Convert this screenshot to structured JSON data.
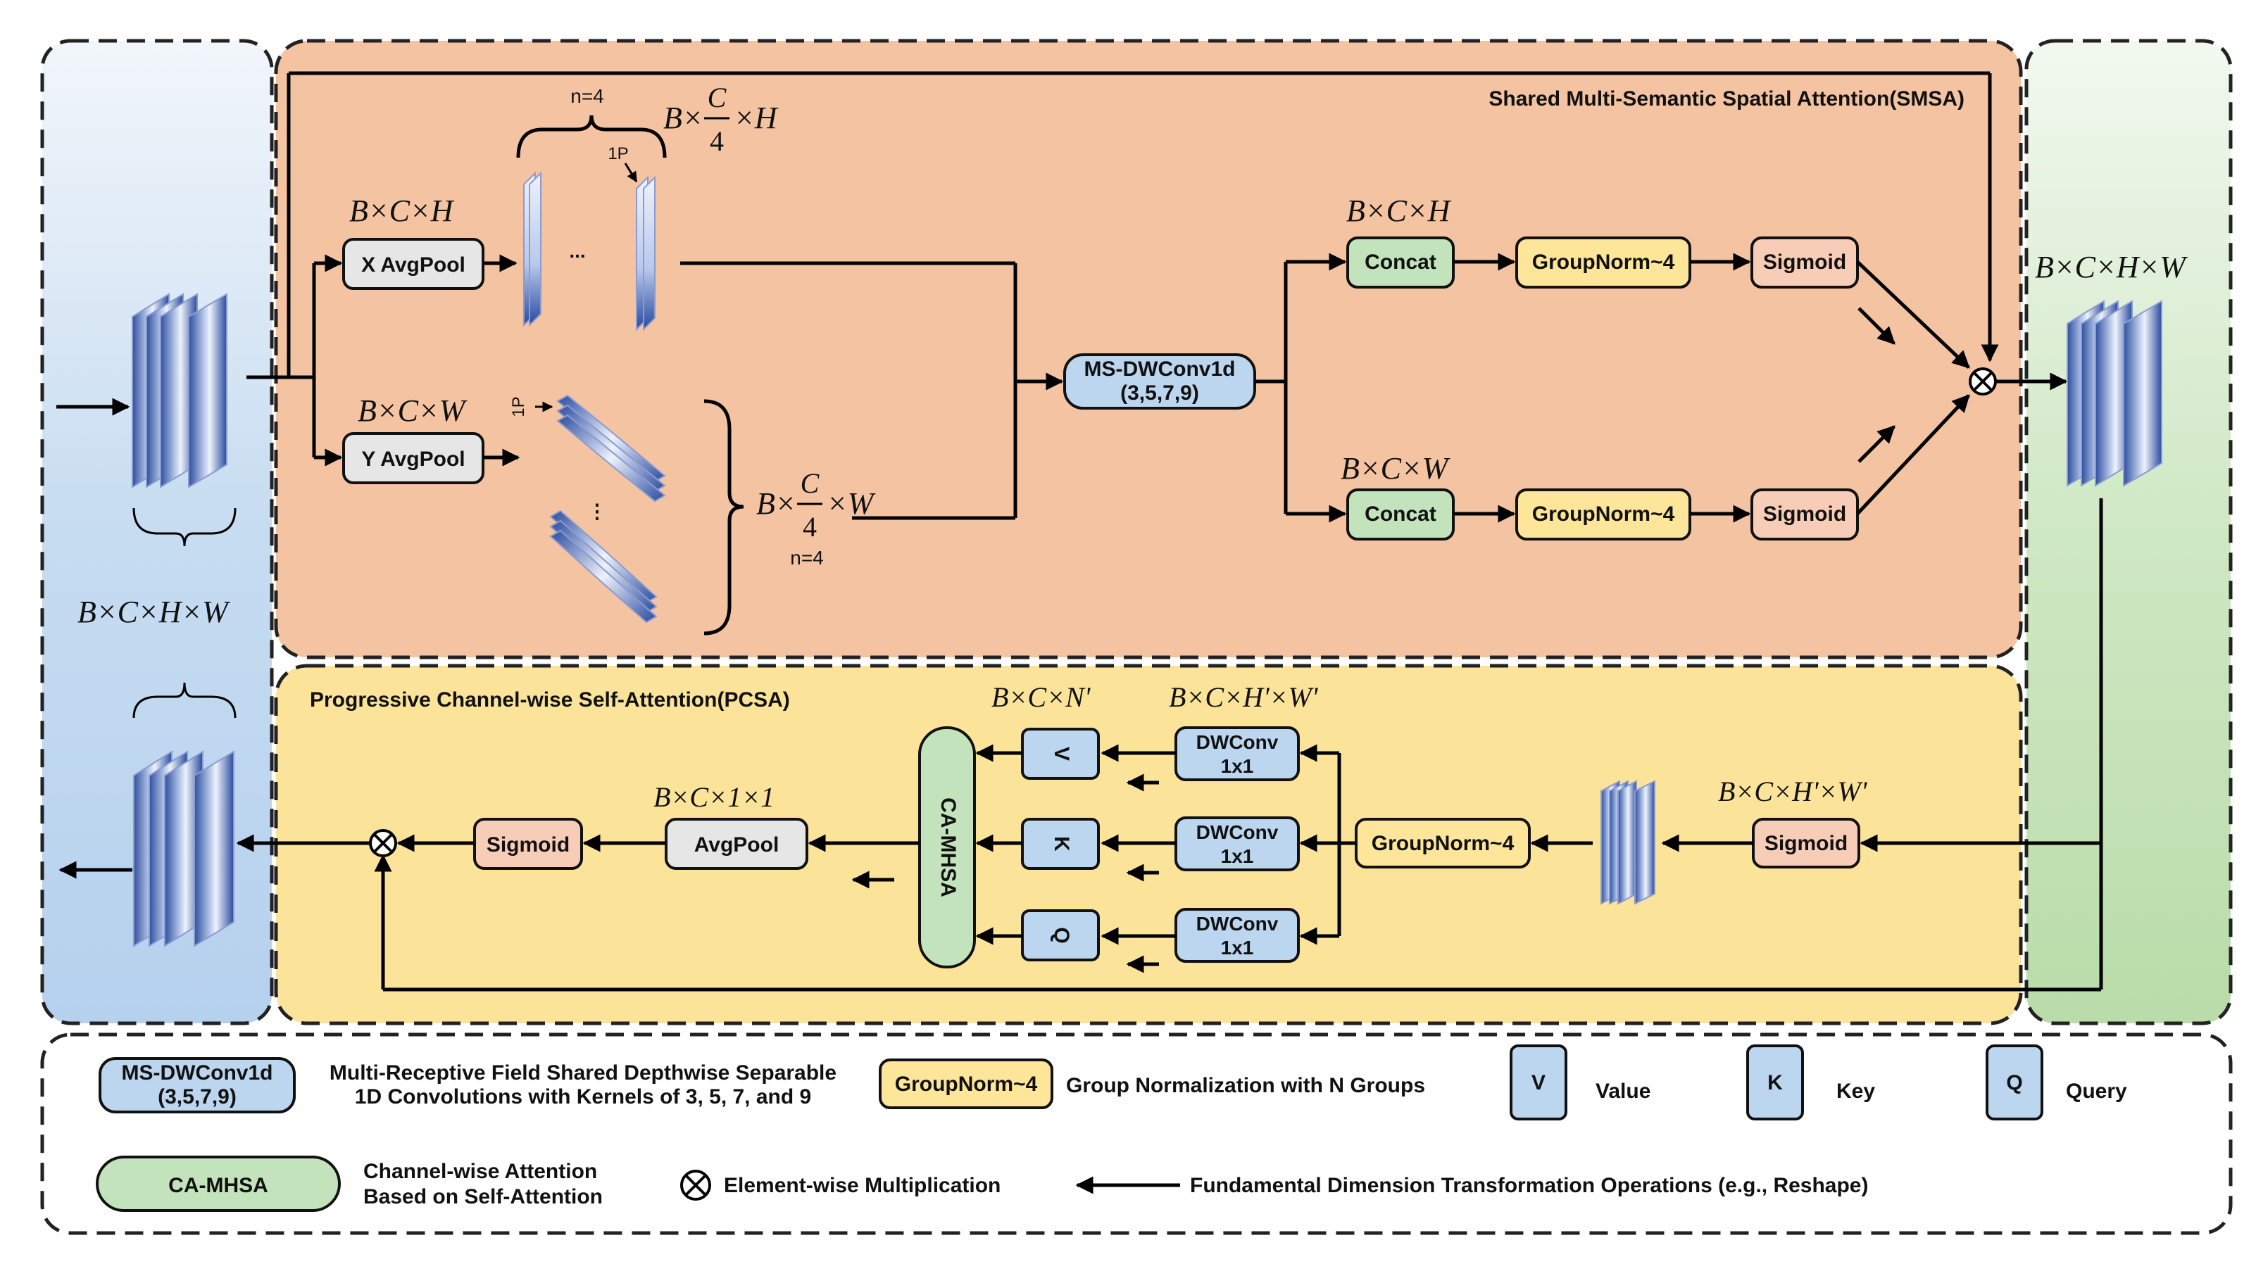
{
  "smsa": {
    "title": "Shared Multi-Semantic Spatial Attention(SMSA)",
    "x_avgpool": "X AvgPool",
    "y_avgpool": "Y AvgPool",
    "dim_bch": "B×C×H",
    "dim_bcw": "B×C×W",
    "dim_c4h_pre": "B×",
    "dim_c4h_num": "C",
    "dim_c4h_den": "4",
    "dim_c4h_post": "×H",
    "dim_c4w_pre": "B×",
    "dim_c4w_num": "C",
    "dim_c4w_den": "4",
    "dim_c4w_post": "×W",
    "n4_top": "n=4",
    "n4_bottom": "n=4",
    "one_p_top": "1P",
    "one_p_side": "1P",
    "ellipsis_h": "...",
    "ellipsis_v": "⋮",
    "ms_dwconv_line1": "MS-DWConv1d",
    "ms_dwconv_line2": "(3,5,7,9)",
    "concat_top": "Concat",
    "concat_bottom": "Concat",
    "groupnorm_top": "GroupNorm~4",
    "groupnorm_bottom": "GroupNorm~4",
    "sigmoid_top": "Sigmoid",
    "sigmoid_bottom": "Sigmoid",
    "dim_concat_top": "B×C×H",
    "dim_concat_bottom": "B×C×W",
    "dim_output": "B×C×H×W"
  },
  "left": {
    "dim_input": "B×C×H×W"
  },
  "pcsa": {
    "title": "Progressive Channel-wise Self-Attention(PCSA)",
    "dim_bcn": "B×C×N'",
    "dim_bchw_prime": "B×C×H'×W'",
    "dim_sigmoid_in": "B×C×H'×W'",
    "dim_c11": "B×C×1×1",
    "v_label": "V",
    "k_label": "K",
    "q_label": "Q",
    "dwconv_line1": "DWConv",
    "dwconv_line2": "1x1",
    "groupnorm": "GroupNorm~4",
    "sigmoid_right": "Sigmoid",
    "ca_mhsa": "CA-MHSA",
    "avgpool": "AvgPool",
    "sigmoid_left": "Sigmoid"
  },
  "legend": {
    "ms_dwconv_line1": "MS-DWConv1d",
    "ms_dwconv_line2": "(3,5,7,9)",
    "ms_dwconv_desc_line1": "Multi-Receptive Field Shared Depthwise Separable",
    "ms_dwconv_desc_line2": "1D Convolutions with Kernels of 3, 5, 7, and 9",
    "groupnorm_box": "GroupNorm~4",
    "groupnorm_desc": "Group Normalization with N Groups",
    "v_box": "V",
    "v_desc": "Value",
    "k_box": "K",
    "k_desc": "Key",
    "q_box": "Q",
    "q_desc": "Query",
    "ca_mhsa_box": "CA-MHSA",
    "ca_mhsa_desc_line1": "Channel-wise Attention",
    "ca_mhsa_desc_line2": "Based on Self-Attention",
    "mult_desc": "Element-wise Multiplication",
    "arrow_desc": "Fundamental Dimension Transformation Operations (e.g., Reshape)"
  },
  "colors": {
    "smsa_bg": "#f4c3a2",
    "pcsa_bg": "#fbe39a",
    "left_panel": "#cfe0f2",
    "right_panel": "#cde6c4",
    "box_gray": "#e6e6e6",
    "box_blue": "#bcd6ef",
    "box_green": "#c3e3bd",
    "box_yellow": "#fde59a",
    "box_pink": "#f8cdb7"
  }
}
